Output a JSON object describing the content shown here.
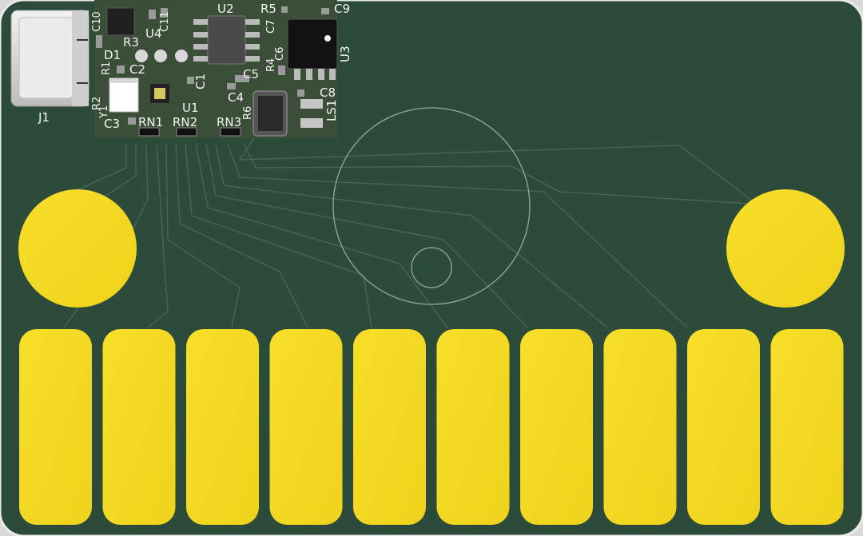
{
  "board": {
    "colors": {
      "background": "#d9d9d9",
      "soldermask": "#2d4b3b",
      "gold": "#f4d923",
      "trace": "#476855",
      "outline": "#9aa69e",
      "silkscreen": "#f4f4f4"
    },
    "circle_pad_count": 2,
    "contact_pad_count": 10
  },
  "silkscreen": {
    "j1": "J1",
    "c10": "C10",
    "c11": "C11",
    "u4": "U4",
    "r3": "R3",
    "d1": "D1",
    "r1": "R1",
    "r2": "R2",
    "y1": "Y1",
    "c2": "C2",
    "c3": "C3",
    "u2": "U2",
    "r5": "R5",
    "c9": "C9",
    "c7": "C7",
    "r4": "R4",
    "c6": "C6",
    "u3": "U3",
    "c5": "C5",
    "c1": "C1",
    "c4": "C4",
    "u1": "U1",
    "rn1": "RN1",
    "rn2": "RN2",
    "rn3": "RN3",
    "r6": "R6",
    "c8": "C8",
    "ls1": "LS1"
  }
}
